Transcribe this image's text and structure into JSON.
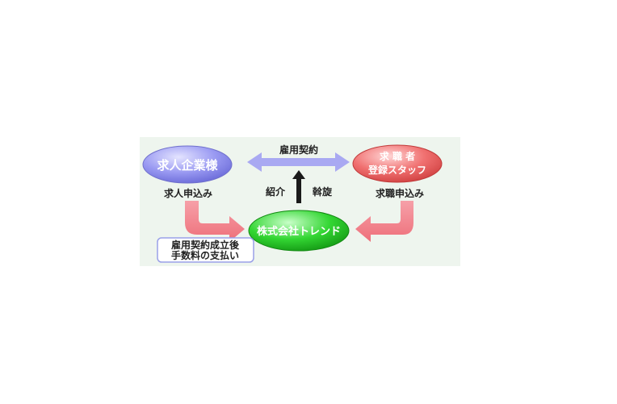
{
  "diagram": {
    "nodes": {
      "employer": {
        "label": "求人企業様",
        "color": "#8f8fee"
      },
      "jobseeker": {
        "line1": "求 職 者",
        "line2": "登録スタッフ",
        "color": "#ee6060"
      },
      "company": {
        "label": "株式会社トレンド",
        "color": "#22cc22"
      }
    },
    "labels": {
      "contract": "雇用契約",
      "employer_apply": "求人申込み",
      "jobseeker_apply": "求職申込み",
      "introduce": "紹介",
      "mediate": "斡旋"
    },
    "note": {
      "line1": "雇用契約成立後",
      "line2": "手数料の支払い"
    },
    "colors": {
      "panel_bg": "#eef5ee",
      "contract_arrow": "#a9a9f2",
      "apply_arrow": "#f07a84",
      "center_arrow": "#1a1a1a",
      "note_border": "#9aa0e8"
    }
  }
}
